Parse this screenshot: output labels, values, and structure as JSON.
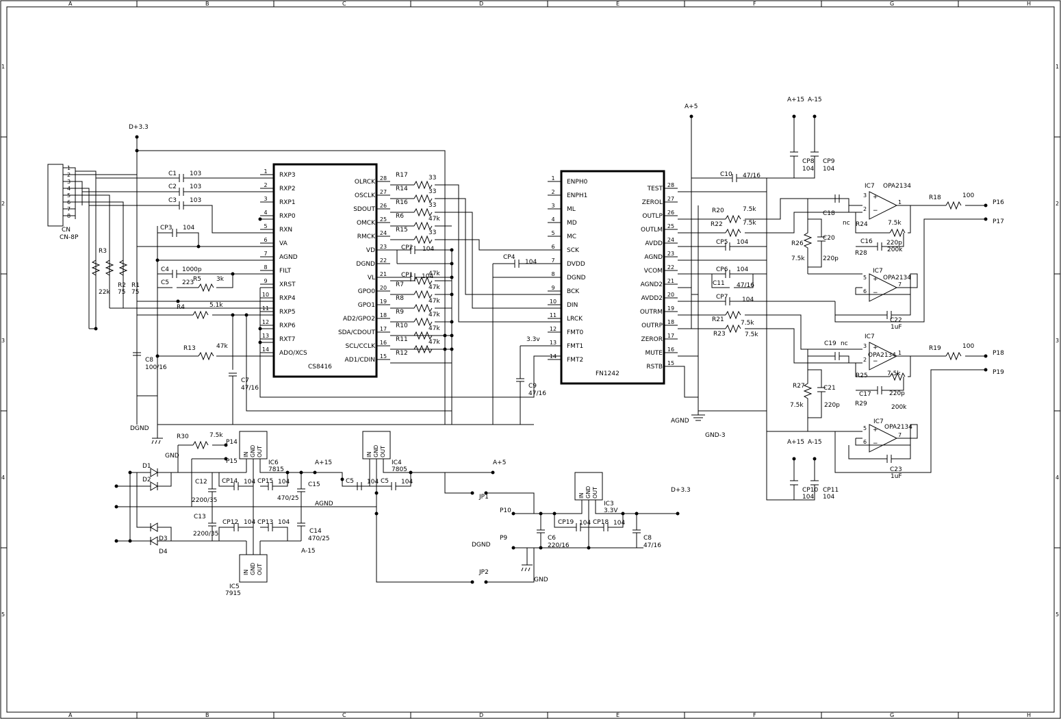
{
  "frame": {
    "cols": [
      "A",
      "B",
      "C",
      "D",
      "E",
      "F",
      "G",
      "H"
    ],
    "rows": [
      "1",
      "2",
      "3",
      "4",
      "5"
    ]
  },
  "connector": {
    "name": "CN",
    "type": "CN-8P",
    "pins": [
      "1",
      "2",
      "3",
      "4",
      "5",
      "6",
      "7",
      "8"
    ]
  },
  "cs8416": {
    "name": "CS8416",
    "left_pins": [
      {
        "num": "1",
        "label": "RXP3"
      },
      {
        "num": "2",
        "label": "RXP2"
      },
      {
        "num": "3",
        "label": "RXP1"
      },
      {
        "num": "4",
        "label": "RXP0"
      },
      {
        "num": "5",
        "label": "RXN"
      },
      {
        "num": "6",
        "label": "VA"
      },
      {
        "num": "7",
        "label": "AGND"
      },
      {
        "num": "8",
        "label": "FILT"
      },
      {
        "num": "9",
        "label": "XRST"
      },
      {
        "num": "10",
        "label": "RXP4"
      },
      {
        "num": "11",
        "label": "RXP5"
      },
      {
        "num": "12",
        "label": "RXP6"
      },
      {
        "num": "13",
        "label": "RXT7"
      },
      {
        "num": "14",
        "label": "ADO/XCS"
      }
    ],
    "right_pins": [
      {
        "num": "28",
        "label": "OLRCK"
      },
      {
        "num": "27",
        "label": "OSCLK"
      },
      {
        "num": "26",
        "label": "SDOUT"
      },
      {
        "num": "25",
        "label": "OMCK"
      },
      {
        "num": "24",
        "label": "RMCK"
      },
      {
        "num": "23",
        "label": "VD"
      },
      {
        "num": "22",
        "label": "DGND"
      },
      {
        "num": "21",
        "label": "VL"
      },
      {
        "num": "20",
        "label": "GPO0"
      },
      {
        "num": "19",
        "label": "GPO1"
      },
      {
        "num": "18",
        "label": "AD2/GPO2"
      },
      {
        "num": "17",
        "label": "SDA/CDOUT"
      },
      {
        "num": "16",
        "label": "SCL/CCLK"
      },
      {
        "num": "15",
        "label": "AD1/CDIN"
      }
    ]
  },
  "fn1242": {
    "name": "FN1242",
    "left_pins": [
      {
        "num": "1",
        "label": "ENPH0"
      },
      {
        "num": "2",
        "label": "ENPH1"
      },
      {
        "num": "3",
        "label": "ML"
      },
      {
        "num": "4",
        "label": "MD"
      },
      {
        "num": "5",
        "label": "MC"
      },
      {
        "num": "6",
        "label": "SCK"
      },
      {
        "num": "7",
        "label": "DVDD"
      },
      {
        "num": "8",
        "label": "DGND"
      },
      {
        "num": "9",
        "label": "BCK"
      },
      {
        "num": "10",
        "label": "DIN"
      },
      {
        "num": "11",
        "label": "LRCK"
      },
      {
        "num": "12",
        "label": "FMT0"
      },
      {
        "num": "13",
        "label": "FMT1"
      },
      {
        "num": "14",
        "label": "FMT2"
      }
    ],
    "right_pins": [
      {
        "num": "28",
        "label": "TEST"
      },
      {
        "num": "27",
        "label": "ZEROL"
      },
      {
        "num": "26",
        "label": "OUTLP"
      },
      {
        "num": "25",
        "label": "OUTLM"
      },
      {
        "num": "24",
        "label": "AVDD"
      },
      {
        "num": "23",
        "label": "AGND"
      },
      {
        "num": "22",
        "label": "VCOM"
      },
      {
        "num": "21",
        "label": "AGND2"
      },
      {
        "num": "20",
        "label": "AVDD2"
      },
      {
        "num": "19",
        "label": "OUTRM"
      },
      {
        "num": "18",
        "label": "OUTRP"
      },
      {
        "num": "17",
        "label": "ZEROR"
      },
      {
        "num": "16",
        "label": "MUTE"
      },
      {
        "num": "15",
        "label": "RSTB"
      }
    ]
  },
  "input_caps": [
    {
      "ref": "C1",
      "val": "103"
    },
    {
      "ref": "C2",
      "val": "103"
    },
    {
      "ref": "C3",
      "val": "103"
    },
    {
      "ref": "CP3",
      "val": "104"
    },
    {
      "ref": "C4",
      "val": "1000p"
    },
    {
      "ref": "C5",
      "val": "223"
    }
  ],
  "misc_labels": {
    "r5": "R5",
    "r5v": "3k",
    "r4": "R4",
    "r4v": "5.1k",
    "r13": "R13",
    "r13v": "47k",
    "r3": "R3",
    "r3v": "22k",
    "r2": "R2",
    "r2v": "75",
    "r1": "R1",
    "r1v": "75",
    "c8": "C8",
    "c8v": "100/16",
    "c7": "C7",
    "c7v": "47/16",
    "d33": "D+3.3",
    "dgnd": "DGND",
    "cp4": "CP4",
    "cp4v": "104",
    "c9": "C9",
    "c9v": "47/16",
    "v33": "3.3v"
  },
  "right_resistors": [
    {
      "ref": "R17",
      "val": "33"
    },
    {
      "ref": "R14",
      "val": "33"
    },
    {
      "ref": "R16",
      "val": "33"
    },
    {
      "ref": "R6",
      "val": "47k"
    },
    {
      "ref": "R15",
      "val": "33"
    },
    {
      "ref": "R7",
      "val": "47k"
    },
    {
      "ref": "R8",
      "val": "47k"
    },
    {
      "ref": "R9",
      "val": "47k"
    },
    {
      "ref": "R10",
      "val": "47k"
    },
    {
      "ref": "R11",
      "val": "47k"
    },
    {
      "ref": "R12",
      "val": "47k"
    }
  ],
  "vd_caps": {
    "cp2": "CP2",
    "cp2v": "104",
    "cp1": "CP1",
    "cp1v": "104"
  },
  "dac_out": {
    "a5": "A+5",
    "a15": "A+15",
    "am15": "A-15",
    "cp8": "CP8",
    "cp8v": "104",
    "cp9": "CP9",
    "cp9v": "104",
    "c10": "C10",
    "c10v": "47/16",
    "r20": "R20",
    "r20v": "7.5k",
    "r22": "R22",
    "r22v": "7.5k",
    "cp5": "CP5",
    "cp5v": "104",
    "cp6": "CP6",
    "cp6v": "104",
    "c11": "C11",
    "c11v": "47/16",
    "cp7": "CP7",
    "cp7v": "104",
    "r21": "R21",
    "r21v": "7.5k",
    "r23": "R23",
    "r23v": "7.5k",
    "agnd": "AGND",
    "gnd3": "GND-3"
  },
  "amp_top": {
    "ic": "IC7",
    "opa": "OPA2134",
    "c18": "C18",
    "nc": "nc",
    "r24": "R24",
    "r24v": "7.5k",
    "r26": "R26",
    "r26v": "7.5k",
    "c20": "C20",
    "c20v": "220p",
    "c16": "C16",
    "c16v": "220p",
    "r28": "R28",
    "r28v": "200k",
    "r18": "R18",
    "r18v": "100",
    "p16": "P16",
    "p17": "P17",
    "c22": "C22",
    "c22v": "1uF"
  },
  "amp_bot": {
    "ic": "IC7",
    "opa": "OPA2134",
    "c19": "C19",
    "nc": "nc",
    "r25": "R25",
    "r25v": "7.5k",
    "r27": "R27",
    "r27v": "7.5k",
    "c21": "C21",
    "c21v": "220p",
    "c17": "C17",
    "c17v": "220p",
    "r29": "R29",
    "r29v": "200k",
    "r19": "R19",
    "r19v": "100",
    "p18": "P18",
    "p19": "P19",
    "c23": "C23",
    "c23v": "1uF",
    "cp10": "CP10",
    "cp10v": "104",
    "cp11": "CP11",
    "cp11v": "104"
  },
  "psu": {
    "r30": "R30",
    "r30v": "7.5k",
    "p14": "P14",
    "p15": "P15",
    "gnd": "GND",
    "d1": "D1",
    "d2": "D2",
    "d3": "D3",
    "d4": "D4",
    "c12": "C12",
    "c12v": "2200/35",
    "c13": "C13",
    "c13v": "2200/35",
    "cp14": "CP14",
    "cp14v": "104",
    "cp15": "CP15",
    "cp15v": "104",
    "cp12": "CP12",
    "cp12v": "104",
    "cp13": "CP13",
    "cp13v": "104",
    "c15": "C15",
    "c15v": "470/25",
    "c14": "C14",
    "c14v": "470/25",
    "ic6": "IC6",
    "ic6v": "7815",
    "ic5": "IC5",
    "ic5v": "7915",
    "ic4": "IC4",
    "ic4v": "7805",
    "ic3": "IC3",
    "ic3v": "3.3V",
    "reg_pins": [
      "IN",
      "GND",
      "OUT"
    ],
    "a15": "A+15",
    "am15": "A-15",
    "agnd": "AGND",
    "a5": "A+5",
    "d33": "D+3.3",
    "c5": "C5",
    "c5v": "104",
    "c5b": "C5",
    "c5bv": "104",
    "jp1": "JP1",
    "jp2": "JP2",
    "p10": "P10",
    "p9": "P9",
    "dgnd": "DGND",
    "gnd2": "GND",
    "cp19": "CP19",
    "cp19v": "104",
    "cp18": "CP18",
    "cp18v": "104",
    "c6": "C6",
    "c6v": "220/16",
    "c8": "C8",
    "c8v": "47/16"
  }
}
